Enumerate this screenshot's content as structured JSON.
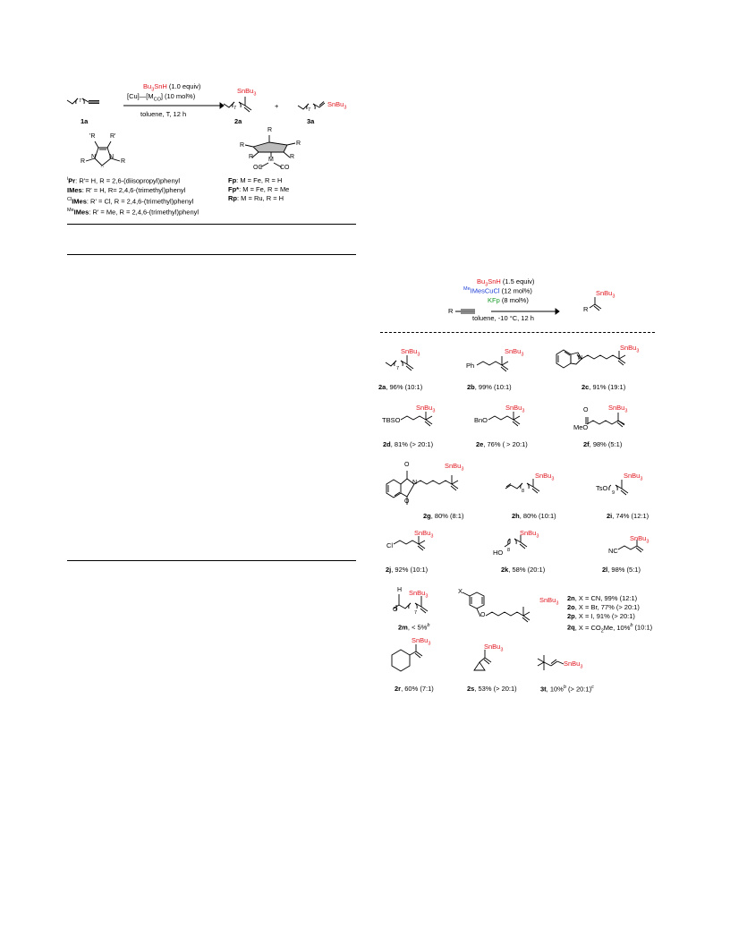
{
  "top_scheme": {
    "reagent_line1_red": "Bu3SnH",
    "reagent_line1_rest": " (1.0 equiv)",
    "reagent_line2": "[Cu]—[M",
    "reagent_line2_sub": "CO",
    "reagent_line2_rest": "] (10 mol%)",
    "conditions": "toluene, T, 12 h",
    "start_label": "1a",
    "product1_label": "2a",
    "product2_label": "3a",
    "plus": "+",
    "sn_group": "SnBu3",
    "subscript_7": "7",
    "nhc": {
      "r_left": "R",
      "r_right": "R",
      "r_top_left": "'R",
      "r_top_right": "R'",
      "n": "N",
      "carbene": "··"
    },
    "nhc_defs": [
      {
        "sup": "i",
        "bold": "Pr",
        "text": ": R'= H, R = 2,6-(diisopropyl)phenyl"
      },
      {
        "sup": "",
        "bold": "IMes",
        "text": ": R' = H, R= 2,4,6-(trimethyl)phenyl"
      },
      {
        "sup": "Cl",
        "bold": "IMes",
        "text": ": R' = Cl, R = 2,4,6-(trimethyl)phenyl"
      },
      {
        "sup": "Me",
        "bold": "IMes",
        "text": ": R' = Me, R = 2,4,6-(trimethyl)phenyl"
      }
    ],
    "fp_defs": [
      {
        "bold": "Fp",
        "text": ": M = Fe, R = H"
      },
      {
        "bold": "Fp*",
        "text": ": M = Fe, R = Me"
      },
      {
        "bold": "Rp",
        "text": ": M = Ru, R = H"
      }
    ],
    "metal": "M",
    "co": "OC",
    "co2": "CO",
    "r": "R"
  },
  "scope_scheme": {
    "reagent1_red": "Bu3SnH",
    "reagent1_rest": " (1.5 equiv)",
    "reagent2_sup": "Me",
    "reagent2_blue": "IMesCuCl",
    "reagent2_rest": " (12 mol%)",
    "reagent3_green": "KFp",
    "reagent3_rest": " (8 mol%)",
    "conditions": "toluene, -10 °C, 12 h",
    "substrate": "R",
    "product_r": "R",
    "sn_group": "SnBu3"
  },
  "compounds": [
    {
      "id": "2a",
      "caption": ", 96% (10:1)"
    },
    {
      "id": "2b",
      "caption": ", 99% (10:1)"
    },
    {
      "id": "2c",
      "caption": ", 91% (19:1)"
    },
    {
      "id": "2d",
      "caption": ", 81% (> 20:1)"
    },
    {
      "id": "2e",
      "caption": ", 76% ( > 20:1)"
    },
    {
      "id": "2f",
      "caption": ", 98% (5:1)"
    },
    {
      "id": "2g",
      "caption": ", 80% (8:1)"
    },
    {
      "id": "2h",
      "caption": ", 80% (10:1)"
    },
    {
      "id": "2i",
      "caption": ", 74% (12:1)"
    },
    {
      "id": "2j",
      "caption": ", 92% (10:1)"
    },
    {
      "id": "2k",
      "caption": ", 58% (20:1)"
    },
    {
      "id": "2l",
      "caption": ", 98% (5:1)"
    },
    {
      "id": "2m",
      "caption": ", < 5%",
      "sup": "b"
    },
    {
      "id": "2r",
      "caption": ", 60% (7:1)"
    },
    {
      "id": "2s",
      "caption": ", 53% (> 20:1)"
    },
    {
      "id": "3t",
      "caption": ", 10%",
      "sup": "b",
      "caption2": " (> 20:1)",
      "sup2": "c"
    }
  ],
  "compound_n_to_q": [
    {
      "id": "2n",
      "text": ", X = CN, 99% (12:1)"
    },
    {
      "id": "2o",
      "text": ", X = Br, 77% (> 20:1)"
    },
    {
      "id": "2p",
      "text": ", X = I, 91% (> 20:1)"
    },
    {
      "id": "2q",
      "text": ", X = CO2Me, 10%",
      "sup": "b",
      "text2": " (10:1)"
    }
  ],
  "labels": {
    "ph": "Ph",
    "tbso": "TBSO",
    "bno": "BnO",
    "meo": "MeO",
    "o": "O",
    "n": "N",
    "tso": "TsO",
    "cl": "Cl",
    "ho": "HO",
    "nc": "NC",
    "h": "H",
    "x": "X",
    "sub7": "7",
    "sub8": "8",
    "sub9": "9"
  }
}
